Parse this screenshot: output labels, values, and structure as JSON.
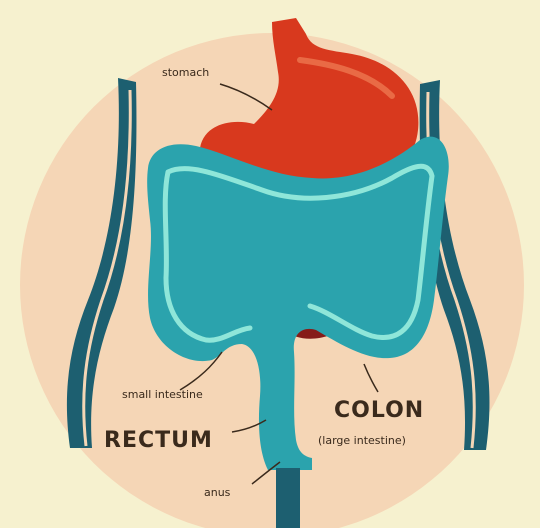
{
  "labels": {
    "stomach": "stomach",
    "small_intestine": "small intestine",
    "rectum": "RECTUM",
    "colon": "COLON",
    "large_intestine": "(large intestine)",
    "anus": "anus"
  },
  "colors": {
    "background": "#f6f1cf",
    "body_disc": "#f5d6b6",
    "stomach": "#d8391e",
    "small_intestine": "#861c19",
    "colon": "#2ba3ad",
    "colon_highlight": "#8fe6d9",
    "body_outline": "#1d5f70"
  }
}
